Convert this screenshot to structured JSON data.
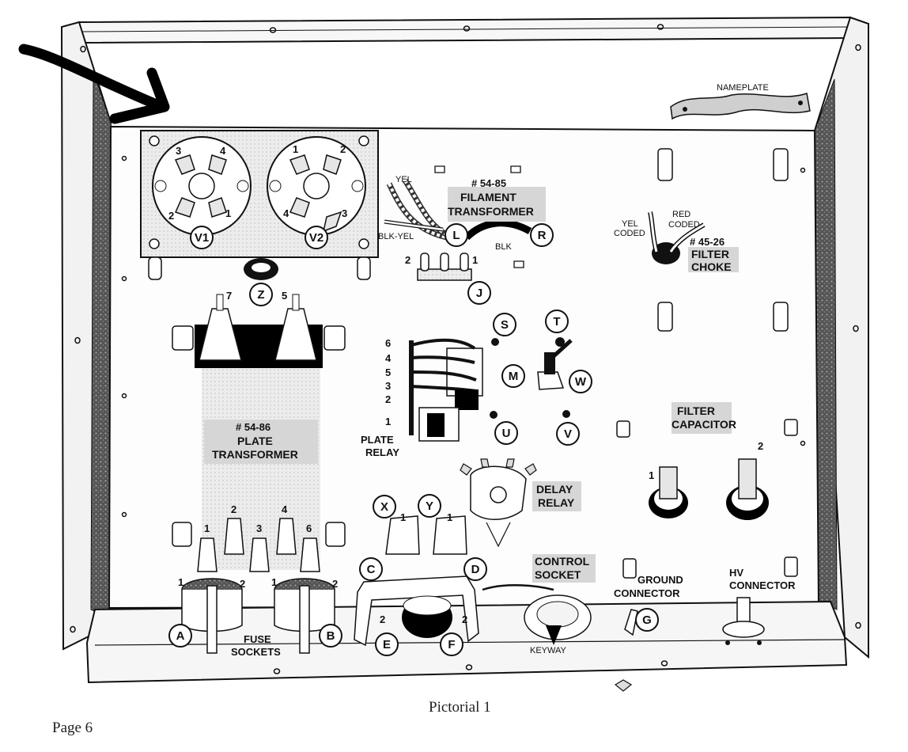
{
  "caption": "Pictorial 1",
  "page_label": "Page 6",
  "nameplate": "NAMEPLATE",
  "tube_labels": {
    "v1": "V1",
    "v2": "V2"
  },
  "v1_pins": [
    "3",
    "4",
    "2",
    "1"
  ],
  "v2_pins": [
    "1",
    "2",
    "4",
    "3"
  ],
  "filament_transformer": {
    "part_no": "# 54-85",
    "line1": "FILAMENT",
    "line2": "TRANSFORMER"
  },
  "wires": {
    "yel": "YEL",
    "blk_yel": "BLK-YEL",
    "blk": "BLK",
    "yel_coded_1": "YEL",
    "yel_coded_2": "CODED",
    "red_coded_1": "RED",
    "red_coded_2": "CODED"
  },
  "filter_choke": {
    "part_no": "# 45-26",
    "line1": "FILTER",
    "line2": "CHOKE"
  },
  "terminal_strip_j": {
    "left": "2",
    "right": "1"
  },
  "plate_transformer": {
    "part_no": "# 54-86",
    "line1": "PLATE",
    "line2": "TRANSFORMER",
    "top_terms": [
      "7",
      "5"
    ],
    "bottom_terms": [
      "1",
      "2",
      "3",
      "4",
      "6"
    ]
  },
  "plate_relay": {
    "line1": "PLATE",
    "line2": "RELAY",
    "terms": [
      "6",
      "4",
      "5",
      "3",
      "2",
      "1"
    ]
  },
  "filter_capacitor": {
    "line1": "FILTER",
    "line2": "CAPACITOR",
    "terms": [
      "1",
      "2"
    ]
  },
  "delay_relay": {
    "line1": "DELAY",
    "line2": "RELAY"
  },
  "control_socket": {
    "line1": "CONTROL",
    "line2": "SOCKET"
  },
  "keyway": "KEYWAY",
  "ground_connector": {
    "line1": "GROUND",
    "line2": "CONNECTOR"
  },
  "hv_connector": {
    "line1": "HV",
    "line2": "CONNECTOR"
  },
  "fuse_sockets": {
    "line1": "FUSE",
    "line2": "SOCKETS",
    "terms": [
      "1",
      "2",
      "1",
      "2"
    ]
  },
  "xy_terms": [
    "1",
    "1"
  ],
  "ef_terms": [
    "2",
    "2"
  ],
  "callouts": {
    "L": "L",
    "R": "R",
    "J": "J",
    "Z": "Z",
    "S": "S",
    "T": "T",
    "M": "M",
    "W": "W",
    "U": "U",
    "V": "V",
    "X": "X",
    "Y": "Y",
    "C": "C",
    "D": "D",
    "E": "E",
    "F": "F",
    "G": "G",
    "A": "A",
    "B": "B"
  }
}
